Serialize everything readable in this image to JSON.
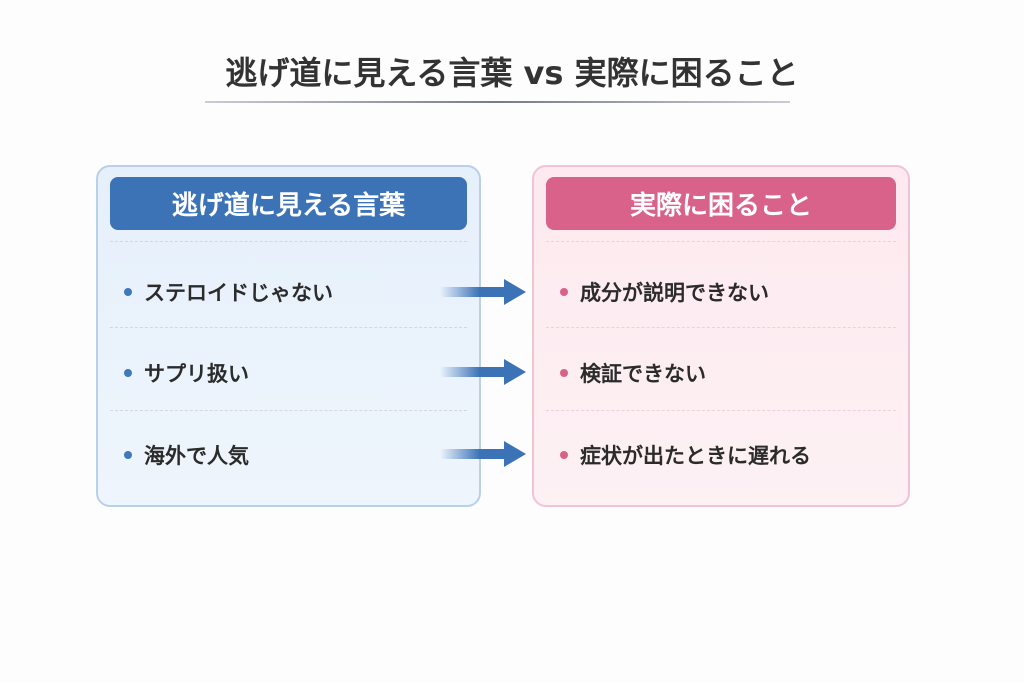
{
  "title": "逃げ道に見える言葉 vs 実際に困ること",
  "left": {
    "header": "逃げ道に見える言葉",
    "items": [
      "ステロイドじゃない",
      "サプリ扱い",
      "海外で人気"
    ]
  },
  "right": {
    "header": "実際に困ること",
    "items": [
      "成分が説明できない",
      "検証できない",
      "症状が出たときに遅れる"
    ]
  },
  "colors": {
    "blue": "#3c73b7",
    "pink": "#d8628a"
  }
}
